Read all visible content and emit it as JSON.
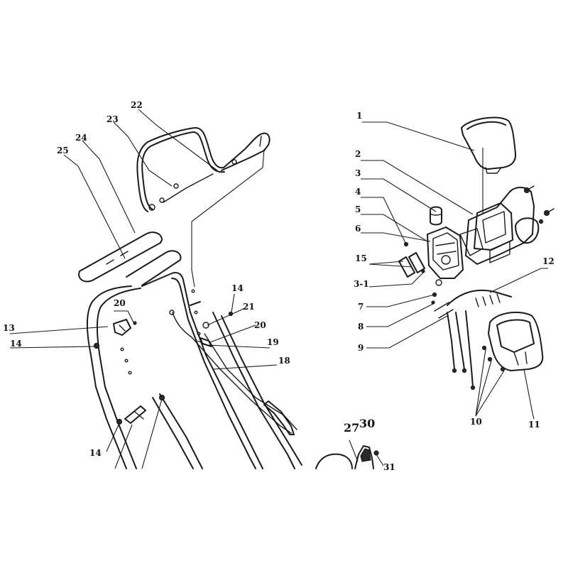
{
  "callouts": {
    "c1": "1",
    "c2": "2",
    "c3": "3",
    "c4": "4",
    "c5": "5",
    "c6": "6",
    "c15": "15",
    "c3_1": "3-1",
    "c7": "7",
    "c8": "8",
    "c9": "9",
    "c12": "12",
    "c10": "10",
    "c11": "11",
    "c22": "22",
    "c23": "23",
    "c24": "24",
    "c25": "25",
    "c13": "13",
    "c14a": "14",
    "c20a": "20",
    "c14b": "14",
    "c21": "21",
    "c20b": "20",
    "c19": "19",
    "c18": "18",
    "c14c": "14",
    "c27": "27",
    "c30": "30",
    "c31": "31"
  }
}
